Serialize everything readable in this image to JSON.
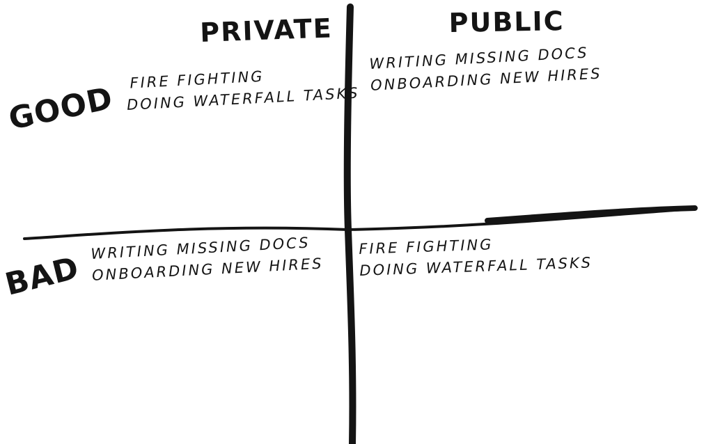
{
  "columns": {
    "private": "PRIVATE",
    "public": "PUBLIC"
  },
  "rows": {
    "good": "GOOD",
    "bad": "BAD"
  },
  "quadrants": {
    "good_private": [
      "FIRE FIGHTING",
      "DOING WATERFALL TASKS"
    ],
    "good_public": [
      "WRITING MISSING DOCS",
      "ONBOARDING NEW HIRES"
    ],
    "bad_private": [
      "WRITING MISSING DOCS",
      "ONBOARDING NEW HIRES"
    ],
    "bad_public": [
      "FIRE FIGHTING",
      "DOING WATERFALL TASKS"
    ]
  },
  "colors": {
    "ink": "#141414",
    "paper": "#ffffff"
  }
}
